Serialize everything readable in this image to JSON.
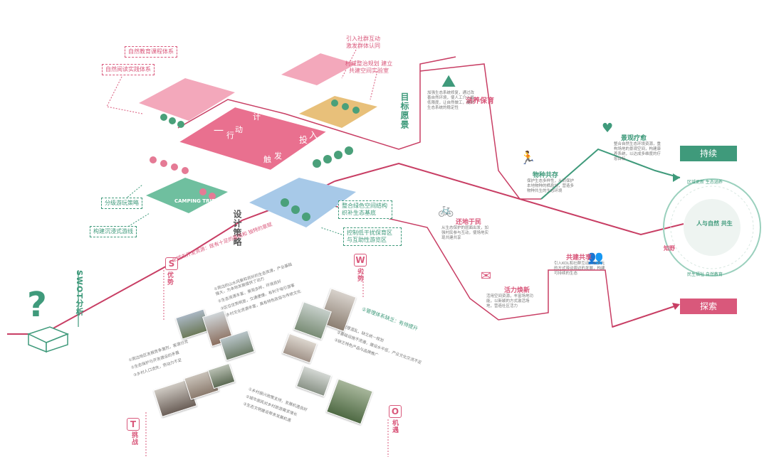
{
  "swot": {
    "title": "SWOT分析",
    "s": {
      "letter": "S",
      "name": "优势",
      "header": "全域未开发资源：既有十足的基础和 独特的禀赋",
      "items": [
        "①周边的山水风景和良好的生态资源，产业基础强大，为本地发展提供了动力",
        "②生态资源丰富，景观多样，环境良好",
        "③区位优势明显，交通便捷，有利于吸引游客",
        "①乡村文化资源丰富，具有特色民俗与传统文化"
      ]
    },
    "w": {
      "letter": "W",
      "name": "劣势",
      "header": "①管理体系缺乏：有待提升",
      "items": [
        "①管理混乱，缺乏统一规划",
        "②基础设施不完善，建设水平低，产业文化交流不足",
        "③缺乏特色产品与品牌推广"
      ]
    },
    "t": {
      "letter": "T",
      "name": "挑战",
      "items": [
        "①周边地区发展竞争激烈，客源分流",
        "②生态保护与开发建设的矛盾",
        "③乡村人口流失，劳动力不足"
      ]
    },
    "o": {
      "letter": "O",
      "name": "机遇",
      "items": [
        "①乡村振兴政策支持，发展机遇良好",
        "②城市居民对乡村旅游需求增长",
        "③生态文明建设带来发展机遇"
      ]
    }
  },
  "center": {
    "chars": [
      "一",
      "行",
      "动",
      "投",
      "入",
      "触",
      "发",
      "计"
    ],
    "camping": "CAMPING TRIP"
  },
  "sections": {
    "design": "设计策略",
    "goal": "目标愿景"
  },
  "tags": {
    "nature_education_system": "自然教育课程体系",
    "nature_reading_system": "自然阅读实践体系",
    "community_bond": "引入社群互动 激发群体认同",
    "village_governance": "村域整治规划 建立共建空间实验室",
    "tour_strategy": "分级游玩策略",
    "immersive_route": "构建沉浸式游线",
    "green_integration": "整合绿色空间结构 织补生态基底",
    "reduce_disturbance": "控制低干扰保育区 与互助性游览区"
  },
  "goals": {
    "conservation": {
      "name": "涵养保育",
      "desc": "加强生态系统修复，通过改善自然环境，使人工介入最低限度，让自然做工，提升生态系统的稳定性"
    },
    "species": {
      "name": "物种共存",
      "desc": "保护生态多样性，从而保护本地物种的栖息地，营造多物种共生的生态环境"
    },
    "healing": {
      "name": "景观疗愈",
      "desc": "整合自然生态环境资源，重构场地的景观空间，构建康养系统，以达成多维度的疗愈目标"
    },
    "return_land": {
      "name": "还地于民",
      "desc": "从生态保护的层面出发，加强村民参与互动，使场地实现共建共享"
    },
    "vitality": {
      "name": "活力焕新",
      "desc": "活用空间资源，丰富场地功能，以新颖的方式激活场地，营造社区活力"
    },
    "cobuild": {
      "name": "共建共享",
      "desc": "引入KOL和社群互动，以多元的方式带动周边的发展，构建可持续的生态"
    }
  },
  "outcome": {
    "sustain": "持续",
    "explore": "探索",
    "core": "人与自然 共生",
    "ring_top": "区域更新 生态涵养",
    "ring_bottom": "民生福祉 自然教育",
    "ring_left": "知野"
  },
  "colors": {
    "pink": "#d9587b",
    "green": "#3f9a7b",
    "line": "#c83e64"
  }
}
